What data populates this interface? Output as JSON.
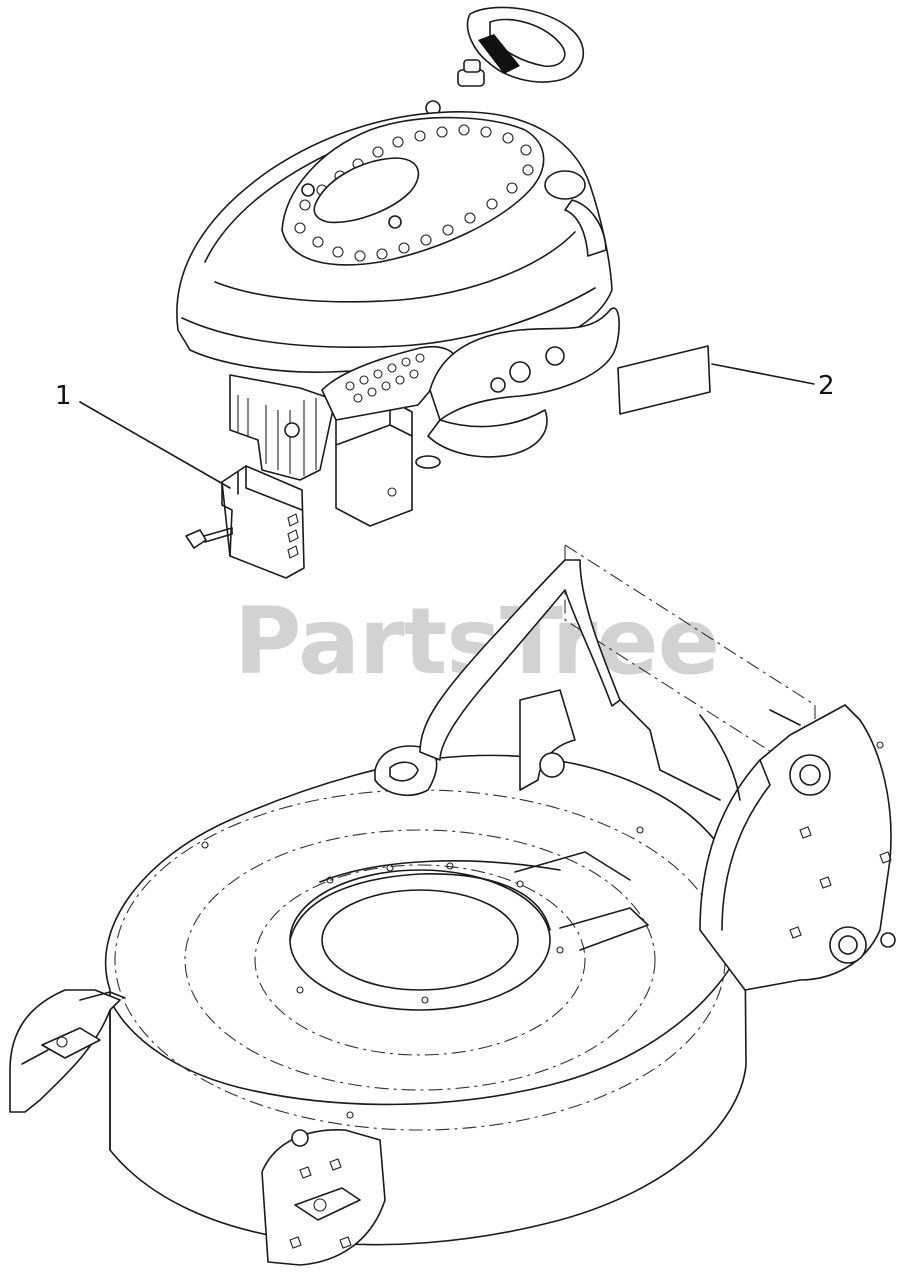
{
  "watermark": {
    "text": "PartsTree",
    "color": "#d2d2d2"
  },
  "callouts": [
    {
      "label": "1",
      "part": "engine-shield"
    },
    {
      "label": "2",
      "part": "decal"
    }
  ],
  "icons": {
    "engine": "engine-assembly-icon",
    "deck": "mower-deck-icon",
    "shield": "bracket-shield-icon",
    "decal": "decal-label-icon"
  }
}
